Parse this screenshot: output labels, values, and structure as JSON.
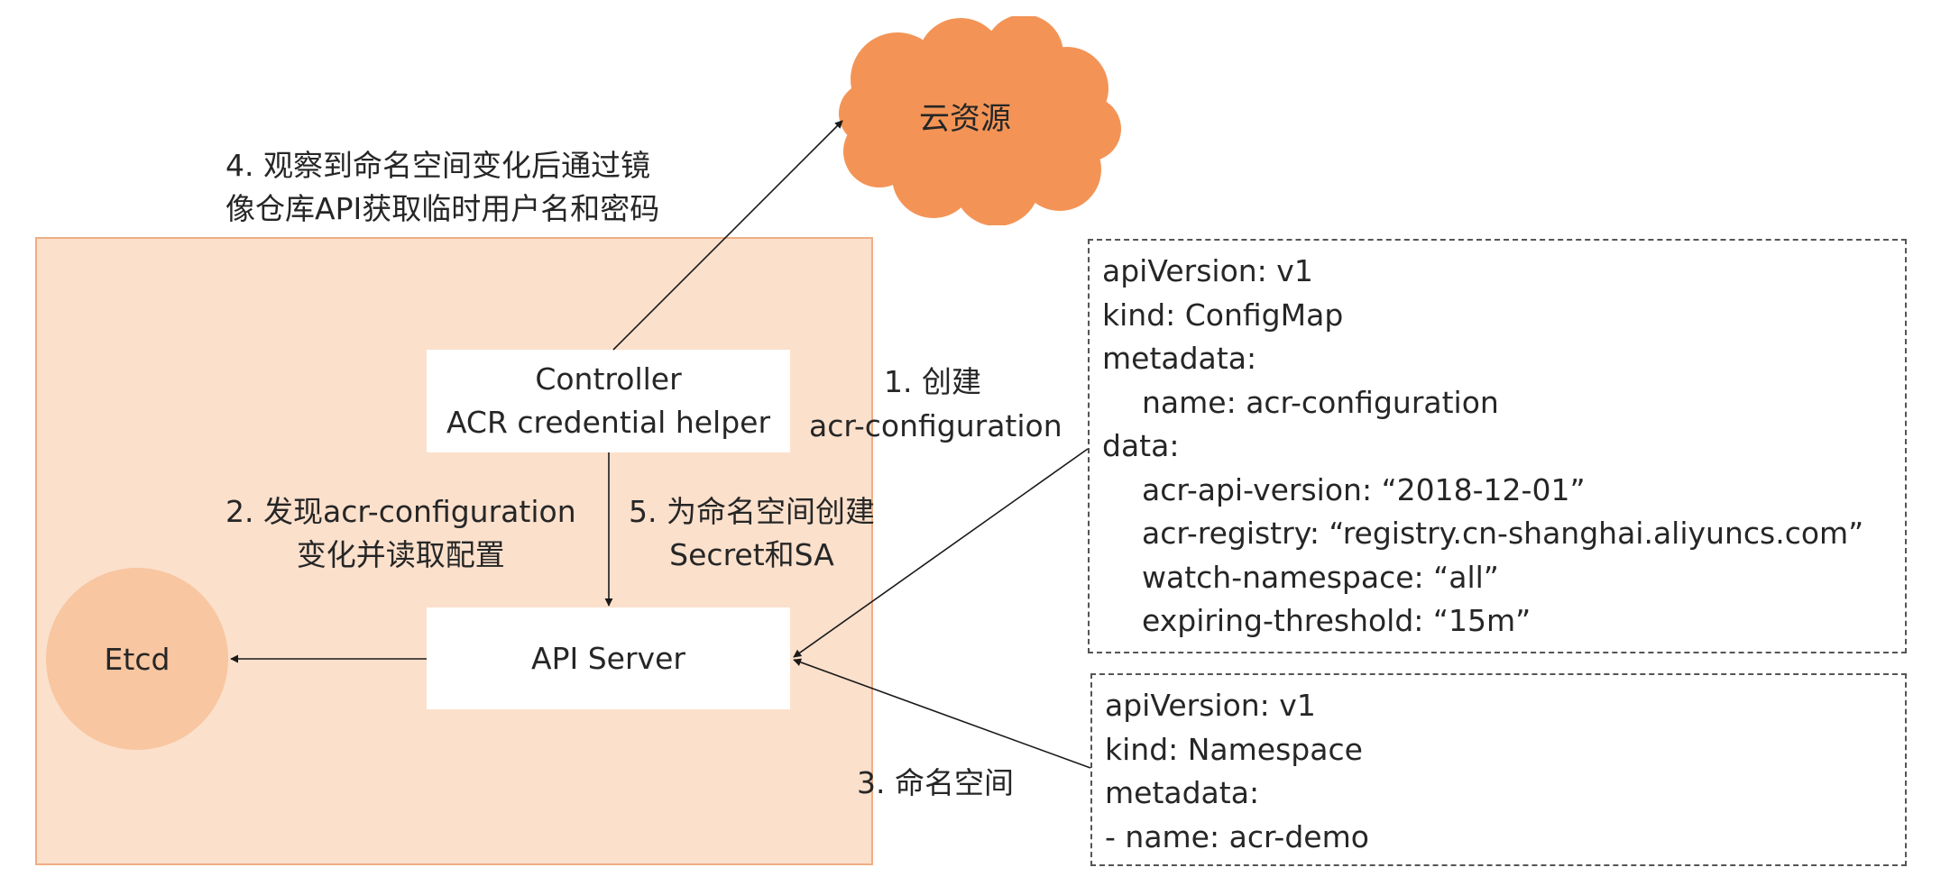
{
  "diagram": {
    "cloud": {
      "label": "云资源",
      "color": "#f39456"
    },
    "cluster": {
      "fill": "#fbe0cc",
      "border": "#f0ad84"
    },
    "controller": {
      "line1": "Controller",
      "line2": "ACR credential helper"
    },
    "api_server": {
      "label": "API Server"
    },
    "etcd": {
      "label": "Etcd",
      "color": "#f8c6a0"
    },
    "steps": {
      "step4": {
        "line1": "4. 观察到命名空间变化后通过镜",
        "line2": "像仓库API获取临时用户名和密码"
      },
      "step1": {
        "line1": "1.   创建",
        "line2": "acr-configuration"
      },
      "step2": {
        "line1": "2. 发现acr-configuration",
        "line2": "变化并读取配置"
      },
      "step5": {
        "line1": "5. 为命名空间创建",
        "line2": "Secret和SA"
      },
      "step3": {
        "label": "3. 命名空间"
      }
    },
    "configmap_yaml": [
      {
        "text": "apiVersion: v1",
        "indent": false
      },
      {
        "text": "kind: ConfigMap",
        "indent": false
      },
      {
        "text": "metadata:",
        "indent": false
      },
      {
        "text": "name: acr-configuration",
        "indent": true
      },
      {
        "text": "data:",
        "indent": false
      },
      {
        "text": "acr-api-version: “2018-12-01”",
        "indent": true
      },
      {
        "text": "acr-registry: “registry.cn-shanghai.aliyuncs.com”",
        "indent": true
      },
      {
        "text": "watch-namespace: “all”",
        "indent": true
      },
      {
        "text": "expiring-threshold: “15m”",
        "indent": true
      }
    ],
    "namespace_yaml": [
      {
        "text": "apiVersion: v1",
        "indent": false
      },
      {
        "text": "kind: Namespace",
        "indent": false
      },
      {
        "text": "metadata:",
        "indent": false
      },
      {
        "text": "- name: acr-demo",
        "indent": false
      }
    ],
    "edges": [
      {
        "name": "controller-to-cloud",
        "from": "controller",
        "to": "cloud",
        "label": "step4"
      },
      {
        "name": "configmap-to-apiserver",
        "from": "configmap_yaml",
        "to": "api_server",
        "label": "step1"
      },
      {
        "name": "controller-to-apiserver",
        "from": "controller",
        "to": "api_server",
        "label": "step2/step5"
      },
      {
        "name": "namespace-to-apiserver",
        "from": "namespace_yaml",
        "to": "api_server",
        "label": "step3"
      },
      {
        "name": "apiserver-to-etcd",
        "from": "api_server",
        "to": "etcd",
        "label": ""
      }
    ]
  }
}
